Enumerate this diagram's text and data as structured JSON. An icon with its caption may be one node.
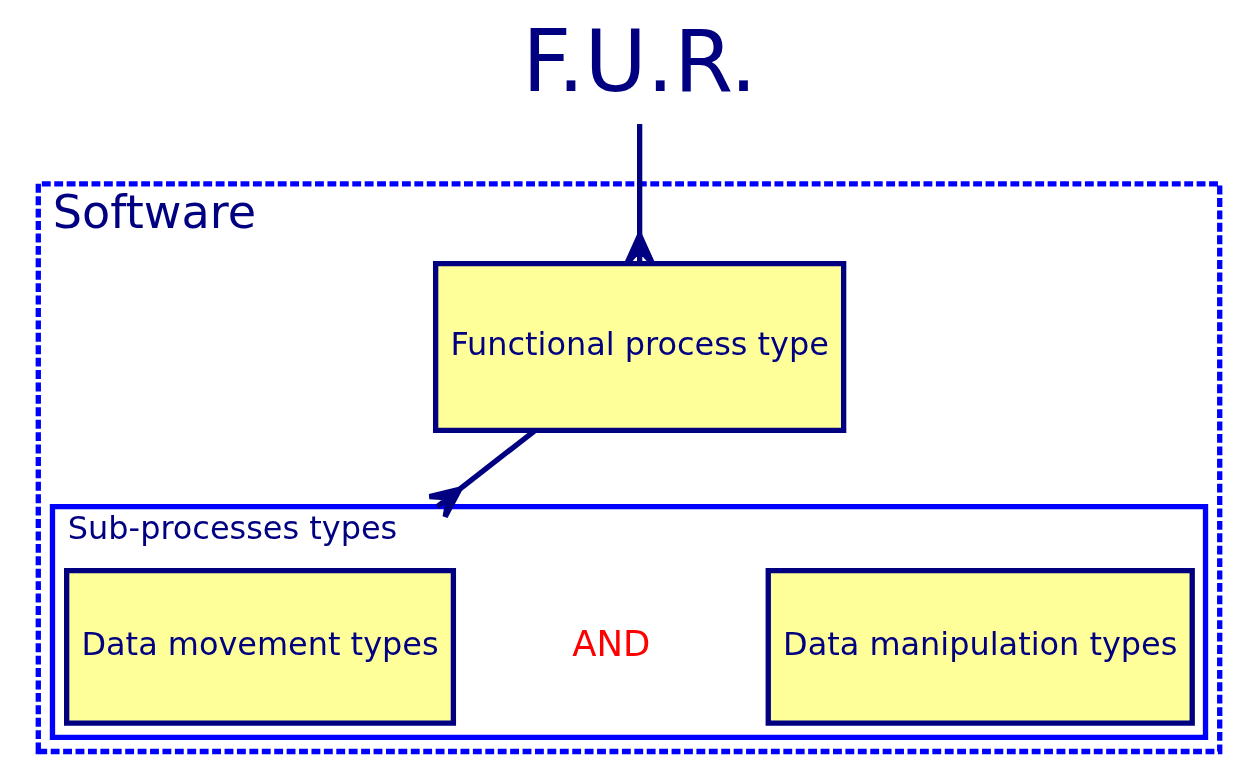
{
  "diagram": {
    "nodes": [
      {
        "text": [
          "F.U.R."
        ]
      },
      {
        "text": [
          "Software"
        ]
      },
      {
        "text": [
          "Functional process type"
        ],
        "in": 1
      },
      {
        "text": [
          "Sub-processes types"
        ],
        "in": 1
      },
      {
        "text": [
          "Data movement types"
        ],
        "in": 3
      },
      {
        "text": [
          "Data manipulation types"
        ],
        "in": 3
      }
    ],
    "edges": [
      {
        "from": 0,
        "to": 2,
        "arrow": "other"
      },
      {
        "from": 2,
        "to": 3,
        "arrow": "other"
      }
    ],
    "labels": [
      "AND"
    ]
  }
}
